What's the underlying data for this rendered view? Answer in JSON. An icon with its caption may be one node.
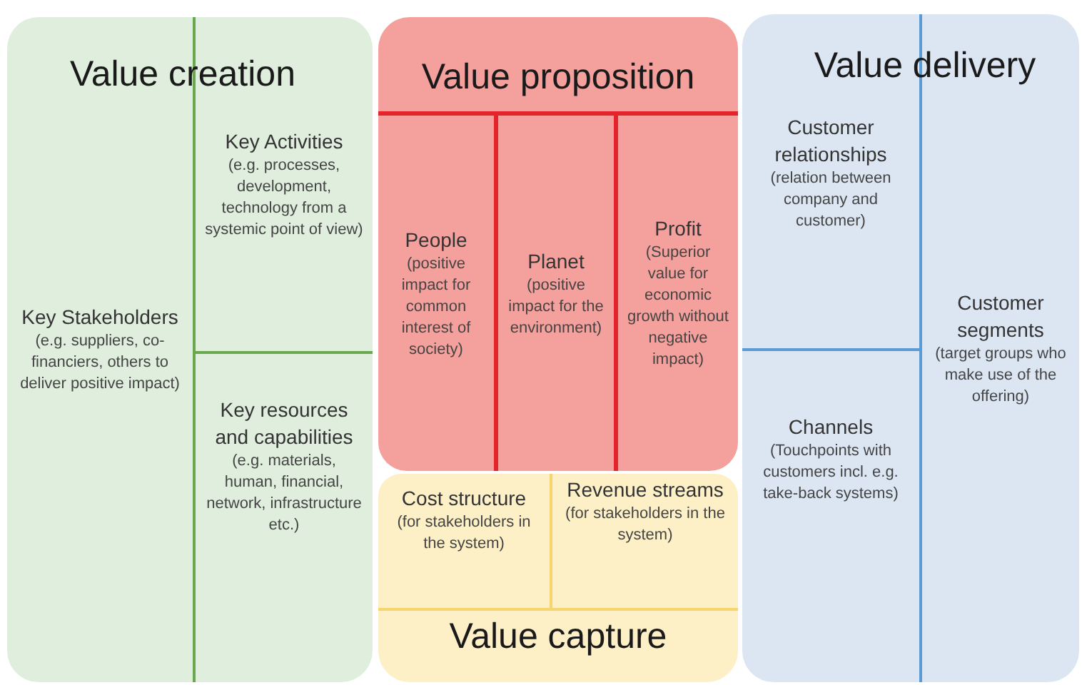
{
  "diagram": {
    "nodes": [
      {
        "text": [
          "Value creation"
        ]
      },
      {
        "text": [
          "Key Stakeholders",
          "(e.g. suppliers, co-financiers, others to deliver positive impact)"
        ],
        "in": 0
      },
      {
        "text": [
          "Key Activities",
          "(e.g. processes, development, technology from a systemic point of view)"
        ],
        "in": 0
      },
      {
        "text": [
          "Key resources and capabilities",
          "(e.g. materials, human, financial, network, infrastructure etc.)"
        ],
        "in": 0
      },
      {
        "text": [
          "Value proposition"
        ]
      },
      {
        "text": [
          "People",
          "(positive impact for common interest of society)"
        ],
        "in": 4
      },
      {
        "text": [
          "Planet",
          "(positive impact for the environment)"
        ],
        "in": 4
      },
      {
        "text": [
          "Profit",
          "(Superior value for economic growth without negative impact)"
        ],
        "in": 4
      },
      {
        "text": [
          "Value capture"
        ]
      },
      {
        "text": [
          "Cost structure",
          "(for stakeholders in the system)"
        ],
        "in": 8
      },
      {
        "text": [
          "Revenue streams",
          "(for stakeholders in the system)"
        ],
        "in": 8
      },
      {
        "text": [
          "Value delivery"
        ]
      },
      {
        "text": [
          "Customer relationships",
          "(relation between company and customer)"
        ],
        "in": 11
      },
      {
        "text": [
          "Channels",
          "(Touchpoints with customers incl. e.g. take-back systems)"
        ],
        "in": 11
      },
      {
        "text": [
          "Customer segments",
          "(target groups who make use of the offering)"
        ],
        "in": 11
      }
    ]
  }
}
